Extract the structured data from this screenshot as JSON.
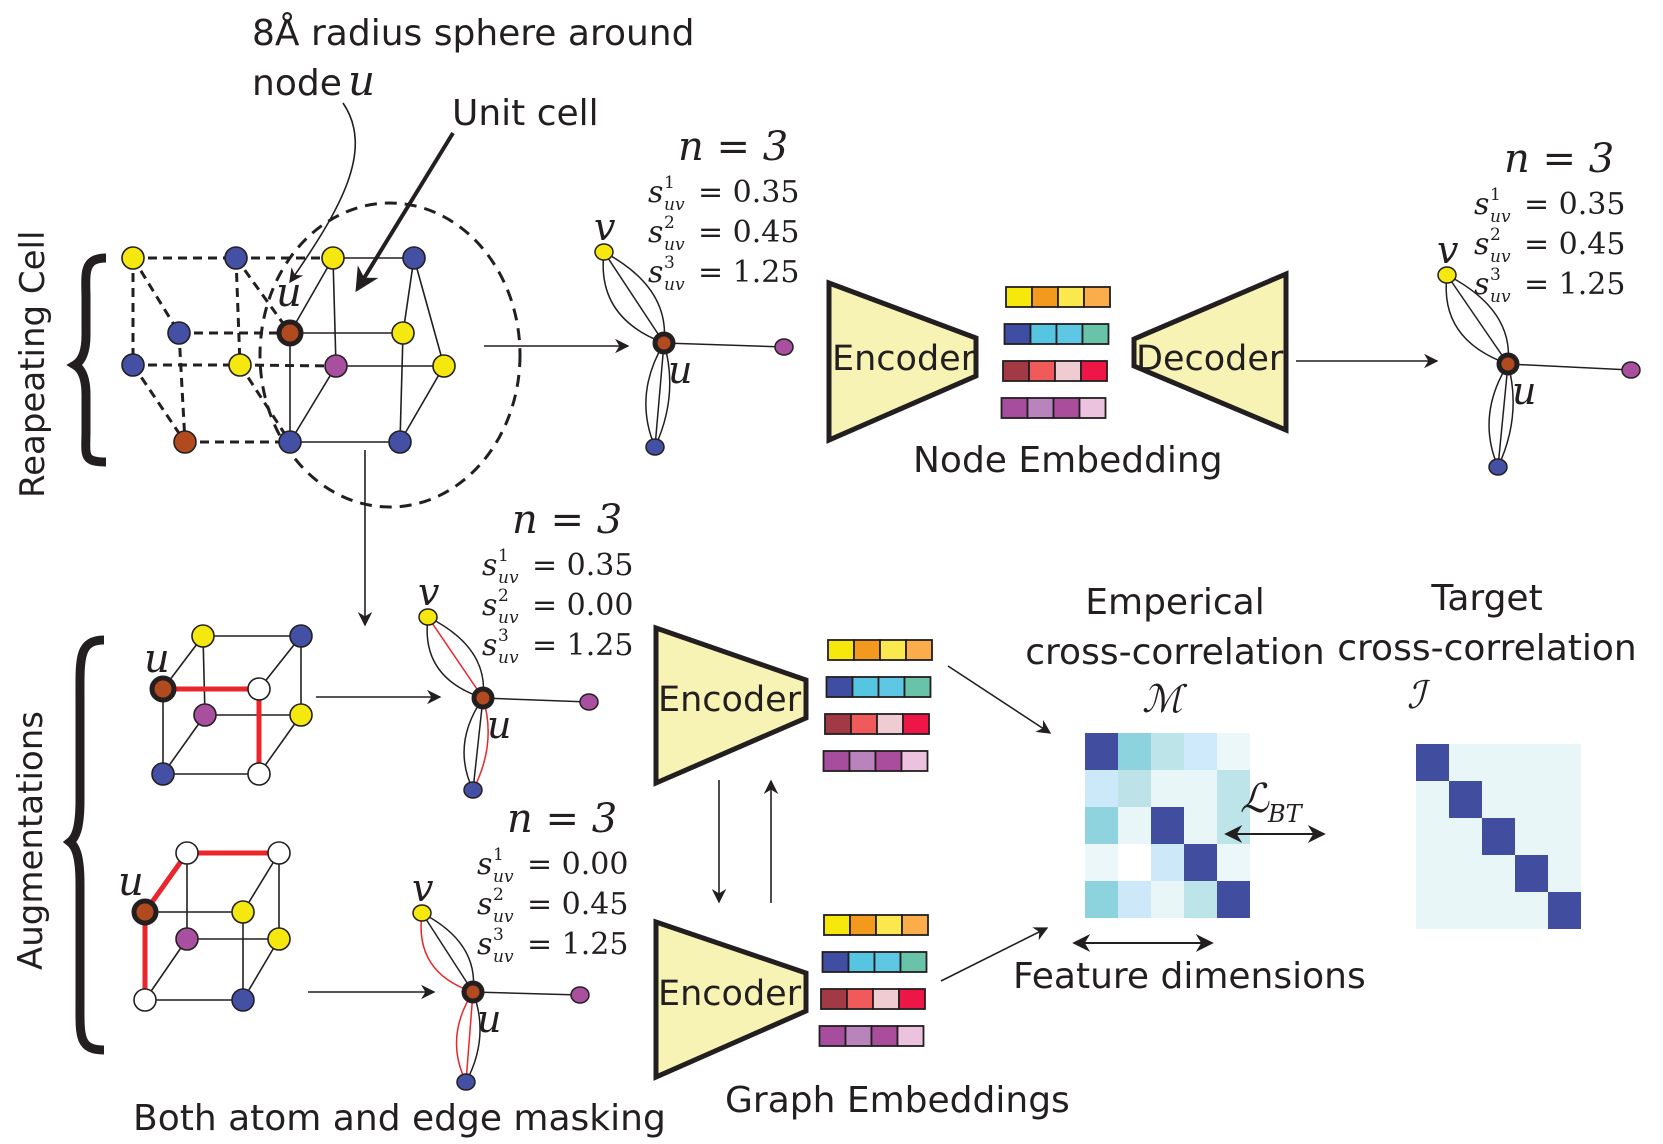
{
  "labels": {
    "sphere_note_line1": "8Å  radius sphere around",
    "sphere_note_line2": "node",
    "unit_cell": "Unit cell",
    "repeating_cell": "Reapeating Cell",
    "augmentations": "Augmentations",
    "node_embedding": "Node Embedding",
    "graph_embeddings": "Graph Embeddings",
    "masking_note": "Both atom and edge masking",
    "empirical_line1": "Emperical",
    "empirical_line2": "cross-correlation",
    "empirical_symbol": "ℳ",
    "target_line1": "Target",
    "target_line2": "cross-correlation",
    "target_symbol": "ℐ",
    "loss_symbol": "ℒ",
    "loss_subscript": "BT",
    "feature_dimensions": "Feature dimensions",
    "encoder": "Encoder",
    "decoder": "Decoder",
    "node_u": "u",
    "node_v": "v"
  },
  "multigraphs": {
    "input": {
      "n": "n = 3",
      "s": [
        "0.35",
        "0.45",
        "1.25"
      ]
    },
    "output": {
      "n": "n = 3",
      "s": [
        "0.35",
        "0.45",
        "1.25"
      ]
    },
    "aug1": {
      "n": "n = 3",
      "s": [
        "0.35",
        "0.00",
        "1.25"
      ]
    },
    "aug2": {
      "n": "n = 3",
      "s": [
        "0.00",
        "0.45",
        "1.25"
      ]
    }
  },
  "s_label": "s",
  "s_sub": "uv",
  "atom_colors": {
    "yellow": "#f5e80f",
    "blue": "#4450a3",
    "brown": "#b24a1f",
    "purple": "#a94fa0",
    "white": "#ffffff",
    "mask_red": "#e8262c"
  },
  "embedding_rows": [
    [
      "#f5e80a",
      "#f39a1e",
      "#fbe84f",
      "#fbad4c"
    ],
    [
      "#3f4ea3",
      "#56c5e2",
      "#5ec8e4",
      "#68c3a8"
    ],
    [
      "#a23a45",
      "#f15a5a",
      "#efcbd2",
      "#ee1547"
    ],
    [
      "#a64d9e",
      "#b983bb",
      "#a94d9c",
      "#ebc3de"
    ]
  ],
  "encoder_fill": "#f7f3b5",
  "matrix_M": [
    [
      "#414ea0",
      "#8dd3de",
      "#bde4e9",
      "#cfeafa",
      "#ebf7f8"
    ],
    [
      "#cce9f9",
      "#bde3e9",
      "#e9f6f7",
      "#e9f6f7",
      "#bde4e9"
    ],
    [
      "#8ed3de",
      "#e9f6f7",
      "#414ea0",
      "#e9f6f7",
      "#bde4e9"
    ],
    [
      "#ebf7f8",
      "#ffffff",
      "#cde9f9",
      "#414ea0",
      "#ebf7f8"
    ],
    [
      "#8dd3de",
      "#cde9f9",
      "#e9f6f7",
      "#bde4e9",
      "#414ea0"
    ]
  ],
  "matrix_I": {
    "size": 5,
    "diag": "#414ea0",
    "off": "#e9f6f7"
  }
}
